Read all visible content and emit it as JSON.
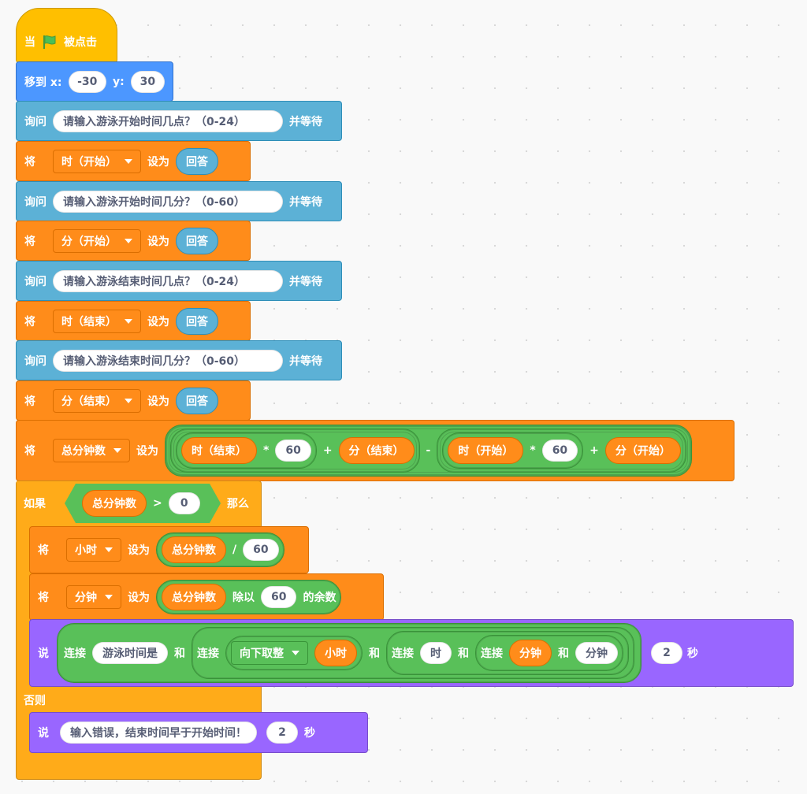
{
  "hat": {
    "prefix": "当",
    "suffix": "被点击",
    "icon": "green-flag-icon"
  },
  "move": {
    "label": "移到 x:",
    "x": "-30",
    "ylabel": "y:",
    "y": "30"
  },
  "ask_suffix": "并等待",
  "ask_label": "询问",
  "set_label": "将",
  "set_to": "设为",
  "answer": "回答",
  "asks": [
    {
      "question": "请输入游泳开始时间几点？（0-24）",
      "var": "时（开始）"
    },
    {
      "question": "请输入游泳开始时间几分？（0-60）",
      "var": "分（开始）"
    },
    {
      "question": "请输入游泳结束时间几点？（0-24）",
      "var": "时（结束）"
    },
    {
      "question": "请输入游泳结束时间几分？（0-60）",
      "var": "分（结束）"
    }
  ],
  "total": {
    "var": "总分钟数",
    "h_end": "时（结束）",
    "m_end": "分（结束）",
    "h_start": "时（开始）",
    "m_start": "分（开始）",
    "times": "*",
    "plus": "+",
    "minus": "-",
    "sixty": "60"
  },
  "if_block": {
    "if_label": "如果",
    "then_label": "那么",
    "else_label": "否则",
    "cond_var": "总分钟数",
    "cond_op": ">",
    "cond_val": "0"
  },
  "hours": {
    "var": "小时",
    "src": "总分钟数",
    "op": "/",
    "val": "60"
  },
  "minutes": {
    "var": "分钟",
    "src": "总分钟数",
    "op": "除以",
    "val": "60",
    "suffix": "的余数"
  },
  "say1": {
    "say": "说",
    "join": "连接",
    "text1": "游泳时间是",
    "and": "和",
    "floor": "向下取整",
    "hours": "小时",
    "hour_text": "时",
    "minutes": "分钟",
    "minute_text": "分钟",
    "secs": "2",
    "sec_label": "秒"
  },
  "say2": {
    "say": "说",
    "text": "输入错误，结束时间早于开始时间！",
    "secs": "2",
    "sec_label": "秒"
  }
}
